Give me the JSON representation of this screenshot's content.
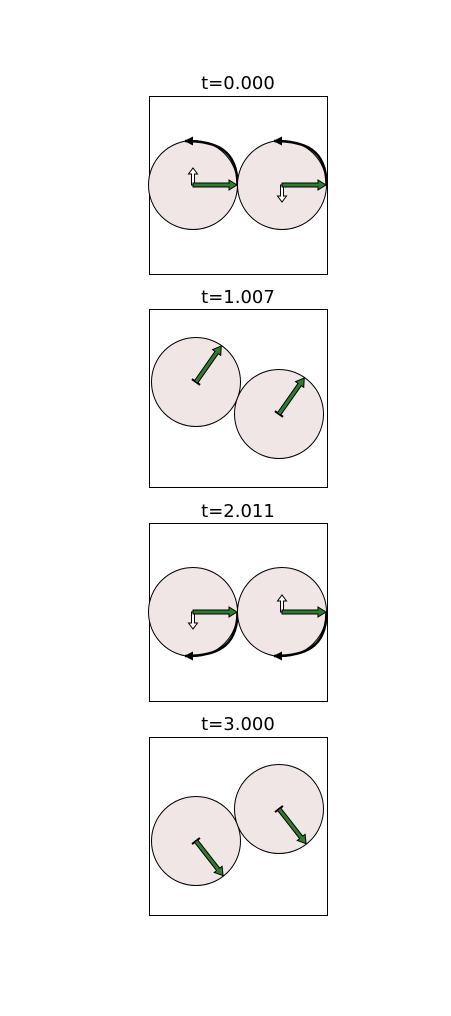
{
  "panels": [
    {
      "title": "t=0.000",
      "disks": [
        {
          "green_angle_deg": 0,
          "black_angle_deg": 90,
          "curve": "upper"
        },
        {
          "green_angle_deg": 0,
          "black_angle_deg": -90,
          "curve": "upper"
        }
      ]
    },
    {
      "title": "t=1.007",
      "disks": [
        {
          "green_angle_deg": 55,
          "black_angle_deg": 0,
          "curve": "none"
        },
        {
          "green_angle_deg": 55,
          "black_angle_deg": 0,
          "curve": "none"
        }
      ]
    },
    {
      "title": "t=2.011",
      "disks": [
        {
          "green_angle_deg": 0,
          "black_angle_deg": -90,
          "curve": "lower"
        },
        {
          "green_angle_deg": 0,
          "black_angle_deg": 90,
          "curve": "lower"
        }
      ]
    },
    {
      "title": "t=3.000",
      "disks": [
        {
          "green_angle_deg": -52,
          "black_angle_deg": 0,
          "curve": "none"
        },
        {
          "green_angle_deg": -52,
          "black_angle_deg": 0,
          "curve": "none"
        }
      ]
    }
  ],
  "colors": {
    "disk_fill": "#f0e6e6",
    "arrow_green": "#2e7d2e",
    "stroke": "#000000"
  }
}
